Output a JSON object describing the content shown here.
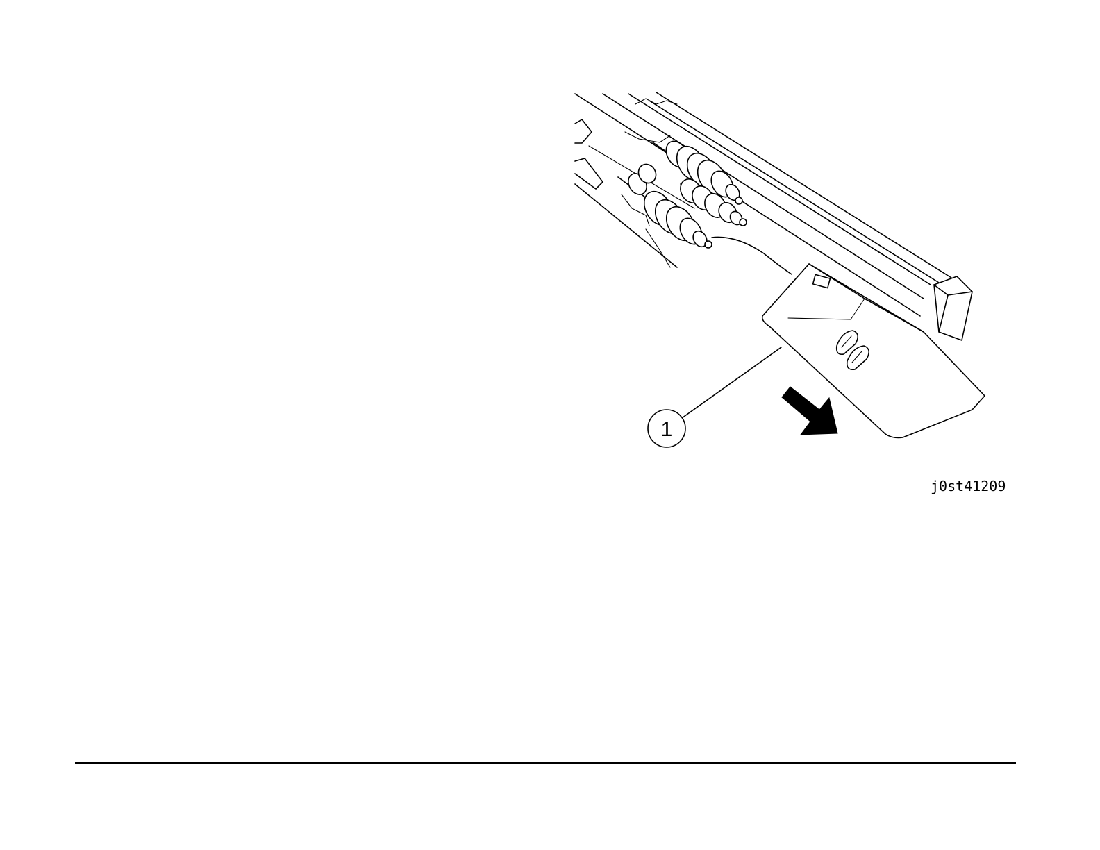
{
  "figure": {
    "callout_label": "1",
    "figure_id": "j0st41209",
    "arrow_direction": "down-right"
  },
  "colors": {
    "line": "#000000",
    "background": "#ffffff"
  }
}
